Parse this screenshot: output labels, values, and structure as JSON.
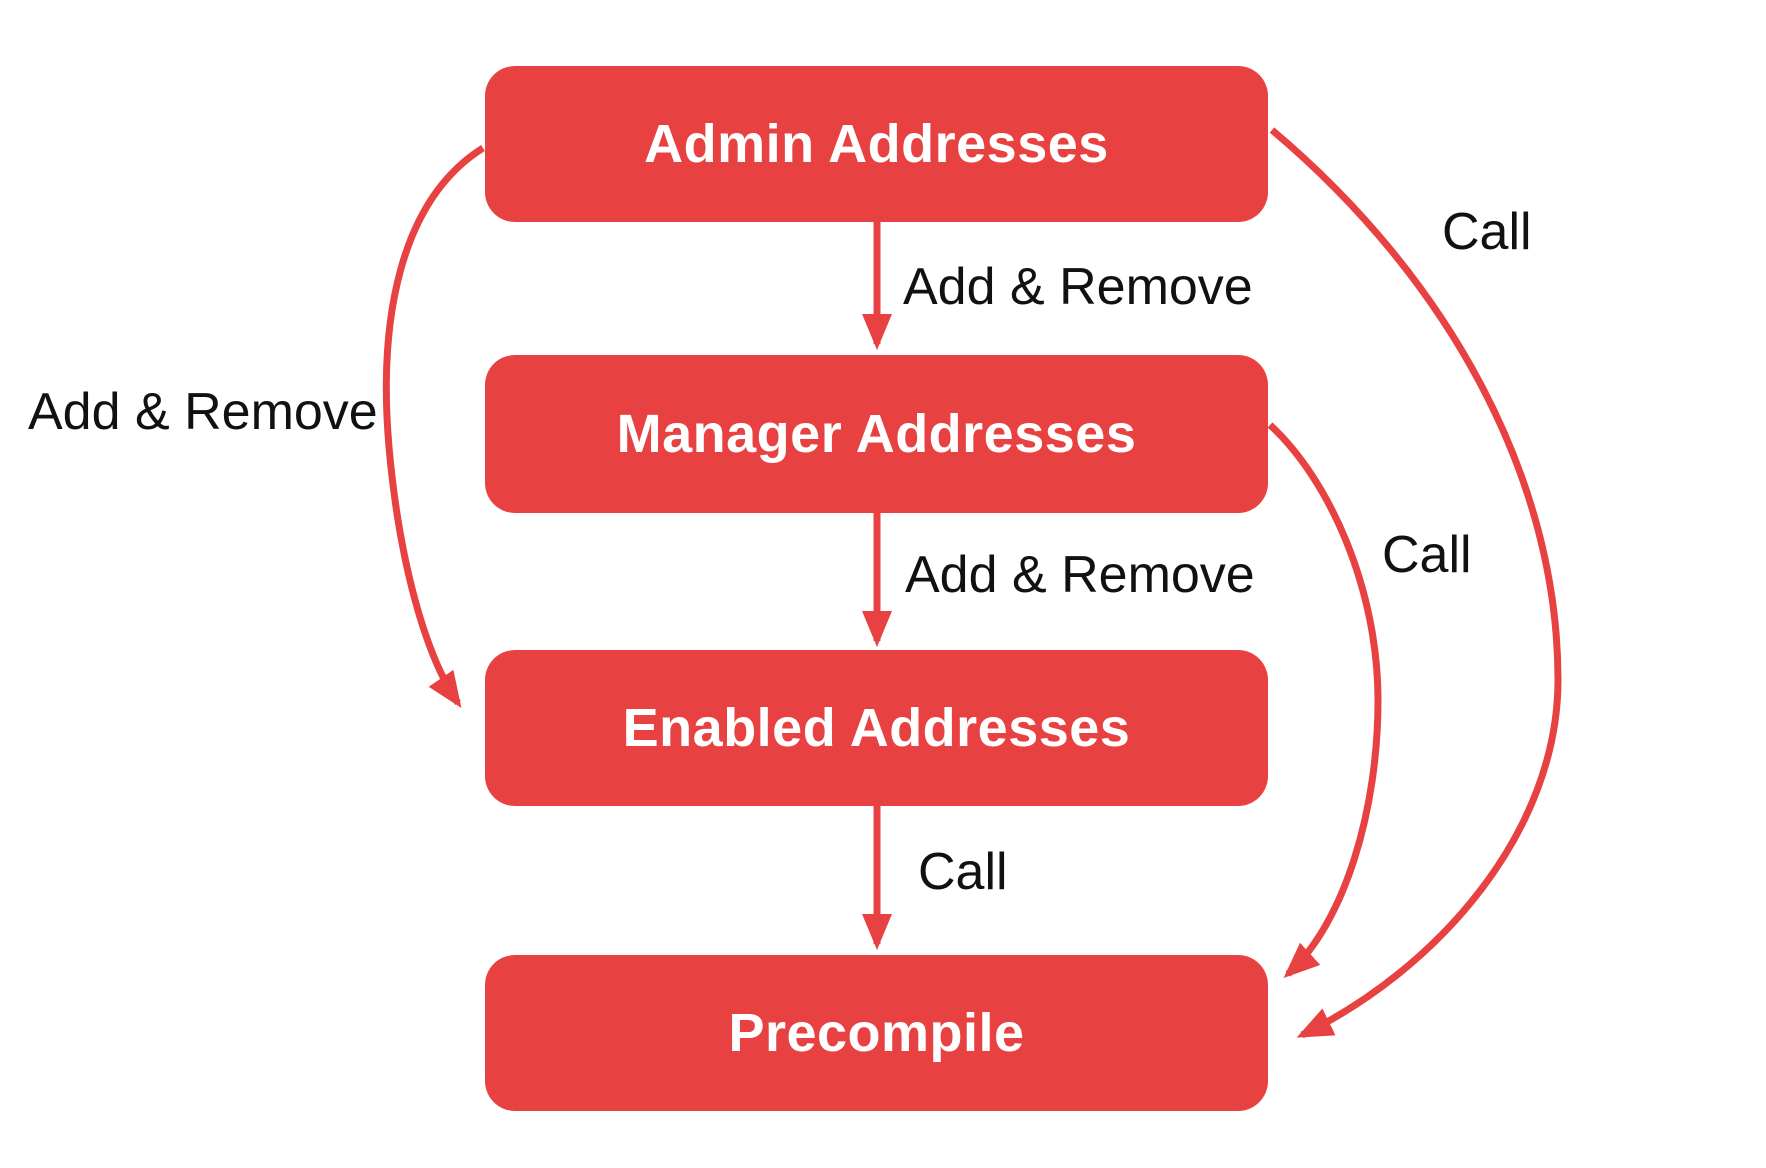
{
  "diagram": {
    "background_color": "#ffffff",
    "accent_color": "#E84142",
    "label_text_color": "#111111",
    "node_text_color": "#ffffff",
    "nodes": [
      {
        "id": "admin",
        "label": "Admin Addresses"
      },
      {
        "id": "manager",
        "label": "Manager Addresses"
      },
      {
        "id": "enabled",
        "label": "Enabled Addresses"
      },
      {
        "id": "precompile",
        "label": "Precompile"
      }
    ],
    "edges": [
      {
        "from": "admin",
        "to": "manager",
        "label": "Add & Remove",
        "shape": "straight-down"
      },
      {
        "from": "manager",
        "to": "enabled",
        "label": "Add & Remove",
        "shape": "straight-down"
      },
      {
        "from": "enabled",
        "to": "precompile",
        "label": "Call",
        "shape": "straight-down"
      },
      {
        "from": "admin",
        "to": "enabled",
        "label": "Add & Remove",
        "shape": "curve-left"
      },
      {
        "from": "admin",
        "to": "precompile",
        "label": "Call",
        "shape": "curve-right-outer"
      },
      {
        "from": "manager",
        "to": "precompile",
        "label": "Call",
        "shape": "curve-right-inner"
      }
    ]
  }
}
